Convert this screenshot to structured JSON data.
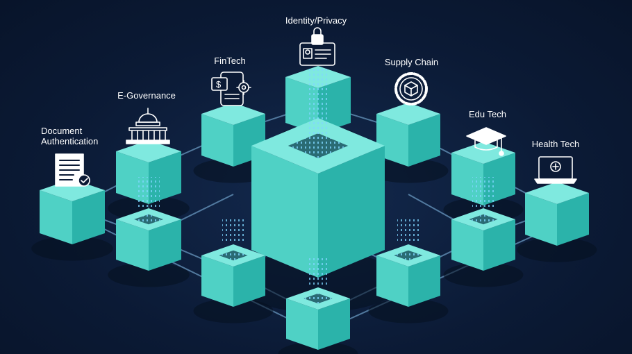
{
  "labels": {
    "identity_privacy": "Identity/Privacy",
    "fintech": "FinTech",
    "supply_chain": "Supply Chain",
    "e_governance": "E-Governance",
    "edu_tech": "Edu Tech",
    "document_authentication_line1": "Document",
    "document_authentication_line2": "Authentication",
    "health_tech": "Health Tech"
  },
  "colors": {
    "background": "#0b1a35",
    "cube_top": "#7fe9df",
    "cube_left": "#4fd1c5",
    "cube_right": "#2bb3aa",
    "connector": "#6fa0c8",
    "data_bits": "#7fd6ff",
    "icon_stroke": "#ffffff"
  },
  "icons": [
    "id-card-lock-icon",
    "fintech-mobile-icon",
    "blockchain-gear-icon",
    "capitol-building-icon",
    "graduation-cap-icon",
    "document-check-icon",
    "laptop-medical-icon"
  ]
}
